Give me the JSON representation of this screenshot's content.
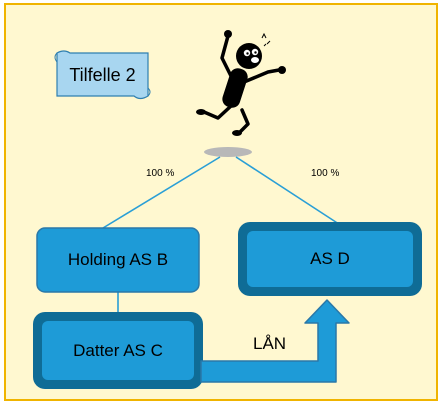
{
  "tag": {
    "label": "Tilfelle 2"
  },
  "ownership": {
    "left_pct": "100 %",
    "right_pct": "100 %"
  },
  "entities": {
    "holding": "Holding AS B",
    "as_d": "AS D",
    "datter": "Datter AS C"
  },
  "loan": {
    "label": "LÅN"
  },
  "colors": {
    "background": "#fff8d0",
    "border": "#f0b400",
    "box_fill": "#1e9bd7",
    "box_dark": "#0f6c96",
    "connector": "#2a9fd6",
    "tag_fill": "#a8d6f0"
  }
}
